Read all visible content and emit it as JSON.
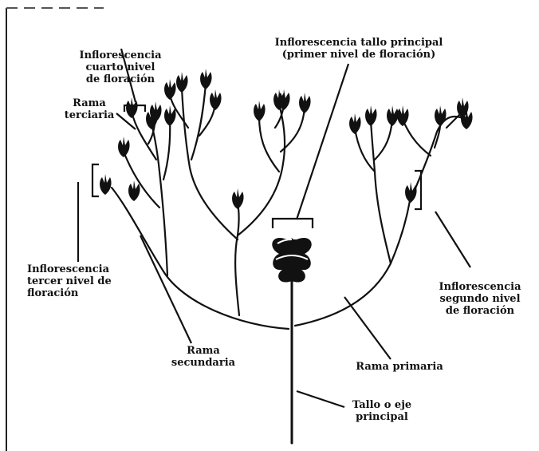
{
  "labels": {
    "inflorescencia_cuarto": "Inflorescencia\ncuarto nivel\nde floración",
    "rama_terciaria": "Rama\nterciaria",
    "inflorescencia_principal": "Inflorescencia tallo principal\n(primer nivel de floración)",
    "inflorescencia_tercer": "Inflorescencia\ntercer nivel de\nfloración",
    "inflorescencia_segundo": "Inflorescencia\nsegundo nivel\nde floración",
    "rama_secundaria": "Rama\nsecundaria",
    "rama_primaria": "Rama primaria",
    "tallo": "Tallo o eje\nprincipal"
  }
}
